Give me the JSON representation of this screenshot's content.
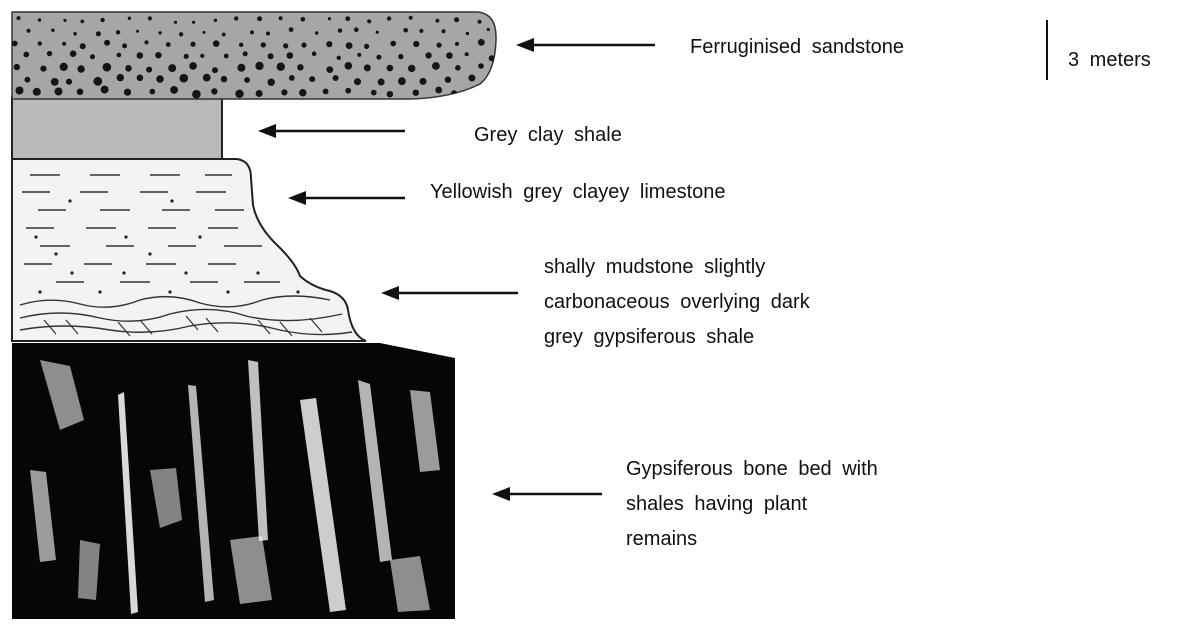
{
  "diagram": {
    "layers": [
      {
        "id": "ferruginised-sandstone",
        "label": "Ferruginised  sandstone",
        "pattern": "dotted",
        "fill": "#a6a6a6"
      },
      {
        "id": "grey-clay-shale",
        "label": "Grey  clay  shale",
        "pattern": "solid",
        "fill": "#b9b9b9"
      },
      {
        "id": "yellowish-grey-clayey-limestone",
        "label": "Yellowish  grey  clayey  limestone",
        "pattern": "dashed",
        "fill": "#f3f3f3"
      },
      {
        "id": "shally-mudstone",
        "label_lines": [
          "shally  mudstone  slightly",
          "carbonaceous  overlying  dark",
          "grey  gypsiferous  shale"
        ],
        "pattern": "wavy",
        "fill": "#f3f3f3"
      },
      {
        "id": "gypsiferous-bone-bed",
        "label_lines": [
          "Gypsiferous  bone  bed  with",
          "shales  having  plant",
          "remains"
        ],
        "pattern": "black-mottled",
        "fill": "#060606"
      }
    ],
    "scale": {
      "label": "3  meters"
    },
    "colors": {
      "ink": "#111111",
      "outline": "#222222",
      "white": "#ffffff"
    }
  }
}
